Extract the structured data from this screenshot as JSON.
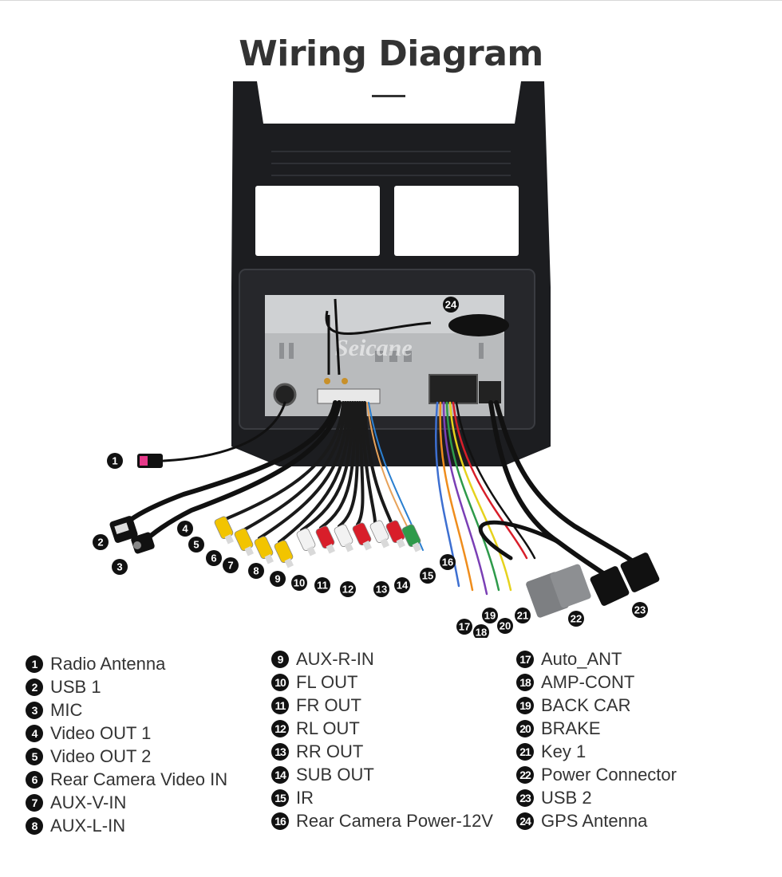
{
  "title": "Wiring Diagram",
  "brand_watermark": "Seicane",
  "legend": [
    {
      "num": "1",
      "label": "Radio Antenna"
    },
    {
      "num": "2",
      "label": "USB 1"
    },
    {
      "num": "3",
      "label": "MIC"
    },
    {
      "num": "4",
      "label": "Video OUT 1"
    },
    {
      "num": "5",
      "label": "Video OUT 2"
    },
    {
      "num": "6",
      "label": "Rear Camera Video IN"
    },
    {
      "num": "7",
      "label": "AUX-V-IN"
    },
    {
      "num": "8",
      "label": "AUX-L-IN"
    },
    {
      "num": "9",
      "label": "AUX-R-IN"
    },
    {
      "num": "10",
      "label": "FL OUT"
    },
    {
      "num": "11",
      "label": "FR OUT"
    },
    {
      "num": "12",
      "label": "RL OUT"
    },
    {
      "num": "13",
      "label": "RR OUT"
    },
    {
      "num": "14",
      "label": "SUB OUT"
    },
    {
      "num": "15",
      "label": "IR"
    },
    {
      "num": "16",
      "label": "Rear Camera Power-12V"
    },
    {
      "num": "17",
      "label": "Auto_ANT"
    },
    {
      "num": "18",
      "label": "AMP-CONT"
    },
    {
      "num": "19",
      "label": "BACK CAR"
    },
    {
      "num": "20",
      "label": "BRAKE"
    },
    {
      "num": "21",
      "label": "Key 1"
    },
    {
      "num": "22",
      "label": "Power Connector"
    },
    {
      "num": "23",
      "label": "USB 2"
    },
    {
      "num": "24",
      "label": "GPS Antenna"
    }
  ],
  "colors": {
    "frame": "#1c1d20",
    "unit": "#b9bbbd",
    "rca_yellow": "#f2c400",
    "rca_red": "#d81e2a",
    "rca_white": "#f2f2f2",
    "rca_green": "#2e9a4a",
    "power_connector": "#7d7f82"
  }
}
